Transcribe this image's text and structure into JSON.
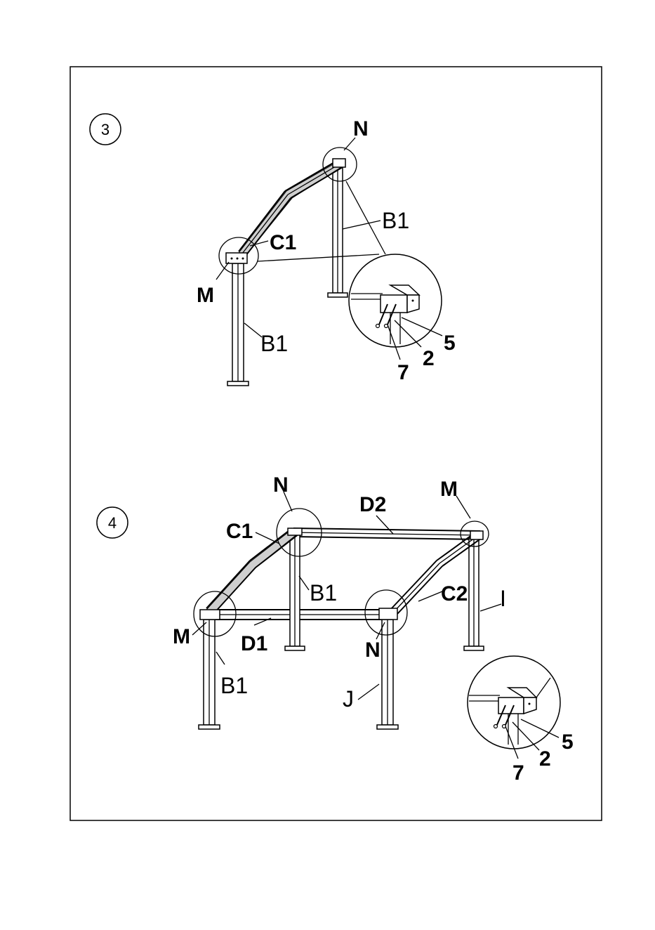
{
  "steps": [
    {
      "number": "3",
      "labels": {
        "n": "N",
        "c1": "C1",
        "m": "M",
        "b1_right": "B1",
        "b1_left": "B1",
        "part_5": "5",
        "part_2": "2",
        "part_7": "7"
      }
    },
    {
      "number": "4",
      "labels": {
        "n_top": "N",
        "d2": "D2",
        "m_top": "M",
        "c1": "C1",
        "b1_back": "B1",
        "c2": "C2",
        "i": "I",
        "m_left": "M",
        "d1": "D1",
        "n_front": "N",
        "b1_front": "B1",
        "j": "J",
        "part_5": "5",
        "part_2": "2",
        "part_7": "7"
      }
    }
  ]
}
